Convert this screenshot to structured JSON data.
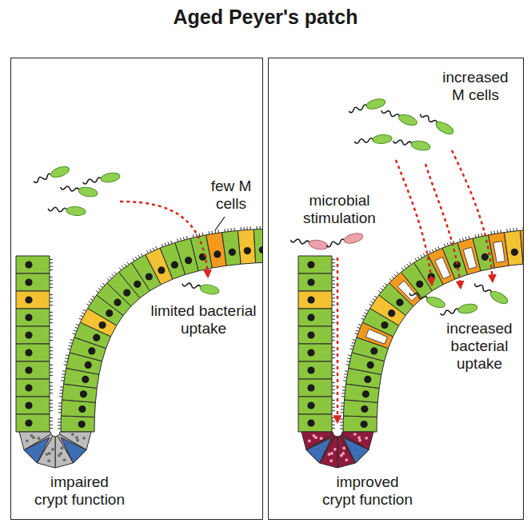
{
  "diagram": {
    "title": "Aged Peyer's patch",
    "nodes": [
      {
        "text": [
          "few M cells",
          "limited bacterial uptake",
          "impaired crypt function"
        ]
      },
      {
        "text": [
          "increased M cells",
          "microbial stimulation",
          "increased bacterial uptake",
          "improved crypt function"
        ]
      }
    ]
  }
}
